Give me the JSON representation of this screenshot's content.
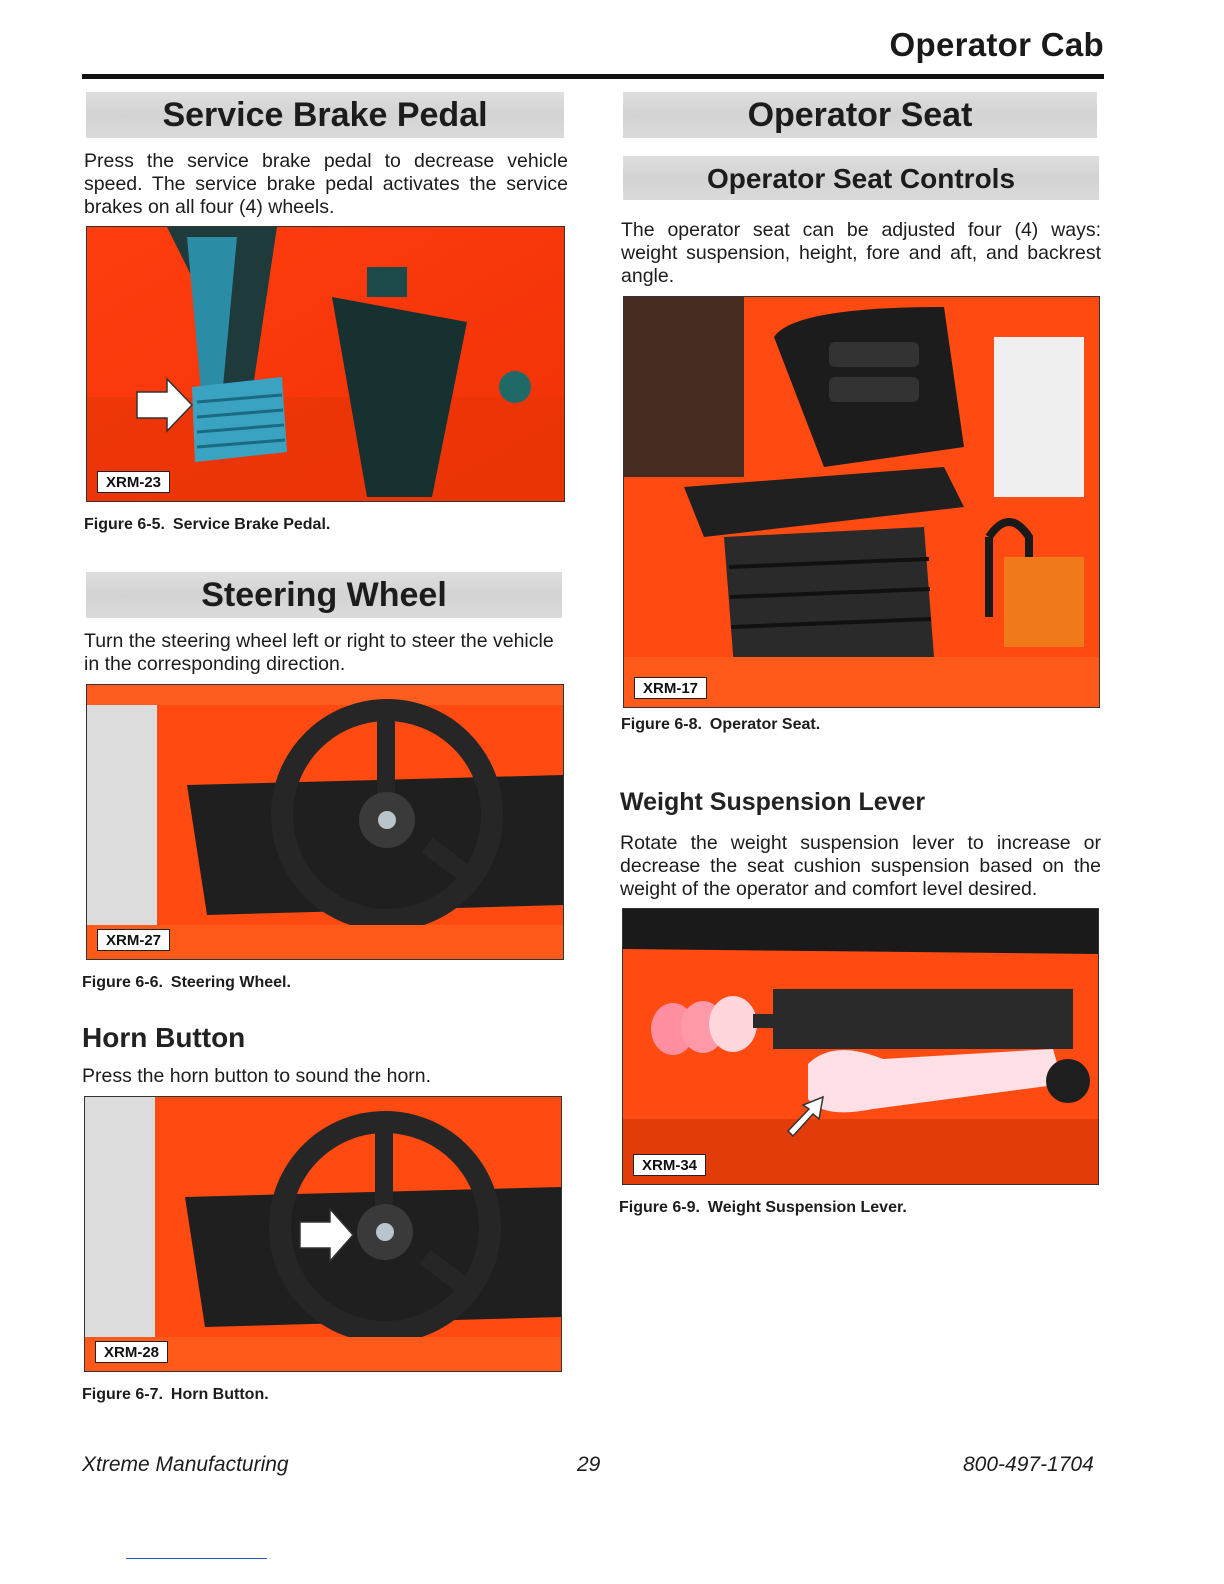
{
  "header": {
    "title": "Operator Cab"
  },
  "left": {
    "brake": {
      "heading": "Service Brake Pedal",
      "text": "Press the service brake pedal to decrease vehicle speed.  The service brake pedal activates the service brakes on all four (4) wheels.",
      "figure": {
        "tag": "XRM-23",
        "number": "Figure 6-5.",
        "title": "Service Brake Pedal."
      }
    },
    "steering": {
      "heading": "Steering Wheel",
      "text": "Turn the steering wheel left or right to steer the vehicle in the corresponding direction.",
      "figure": {
        "tag": "XRM-27",
        "number": "Figure 6-6.",
        "title": "Steering Wheel."
      }
    },
    "horn": {
      "heading": "Horn Button",
      "text": "Press the horn button to sound the horn.",
      "figure": {
        "tag": "XRM-28",
        "number": "Figure 6-7.",
        "title": "Horn Button."
      }
    }
  },
  "right": {
    "seat": {
      "heading": "Operator Seat",
      "subheading": "Operator Seat Controls",
      "text": "The operator seat can be adjusted four (4) ways: weight suspension, height, fore and aft, and backrest angle.",
      "figure": {
        "tag": "XRM-17",
        "number": "Figure 6-8.",
        "title": "Operator Seat."
      }
    },
    "weight": {
      "heading": "Weight Suspension Lever",
      "text": "Rotate the weight suspension lever to increase or decrease the seat cushion suspension based on the weight of the operator and comfort level desired.",
      "figure": {
        "tag": "XRM-34",
        "number": "Figure 6-9.",
        "title": "Weight Suspension Lever."
      }
    }
  },
  "footer": {
    "company": "Xtreme Manufacturing",
    "page": "29",
    "phone": "800-497-1704"
  },
  "colors": {
    "machine_orange": "#ff4a12",
    "pedal_blue": "#2f8fb0",
    "band_gray": "#d6d6d6",
    "rule_black": "#111111"
  }
}
